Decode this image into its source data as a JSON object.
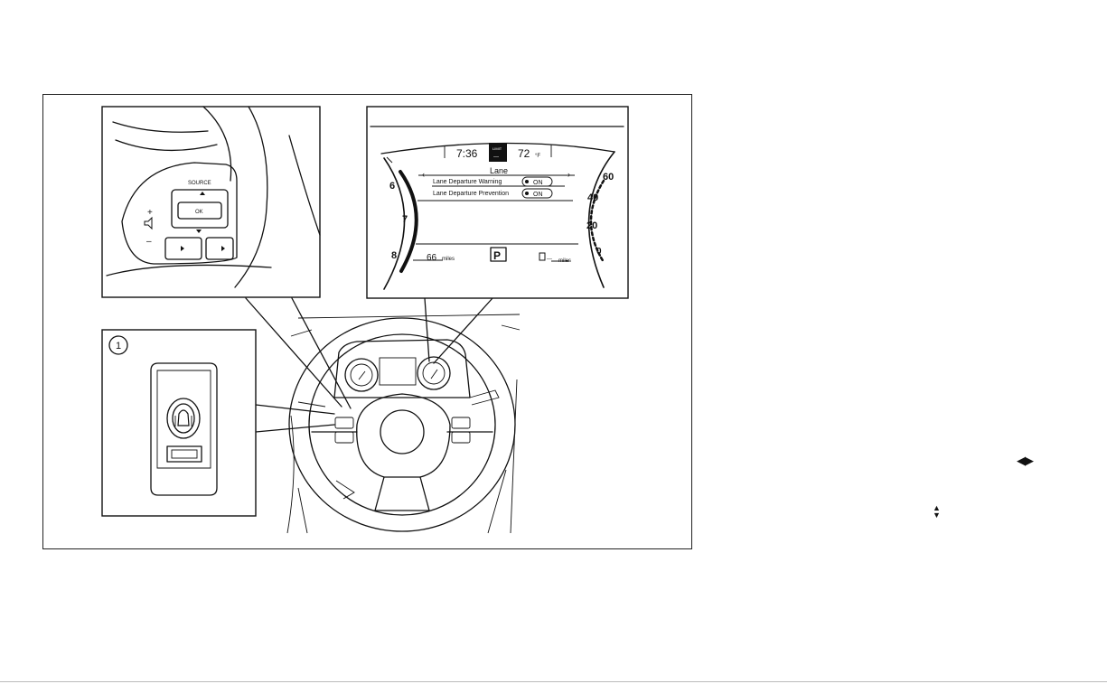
{
  "figure": {
    "steering_switch": {
      "source_label": "SOURCE",
      "ok_label": "OK",
      "volume_plus": "+",
      "volume_minus": "–"
    },
    "cluster": {
      "time": "7:36",
      "limit_label": "LIMIT",
      "limit_value": "---",
      "temperature": "72",
      "temperature_unit": "°F",
      "menu_title": "Lane",
      "menu_items": [
        {
          "label": "Lane Departure Warning",
          "state": "ON"
        },
        {
          "label": "Lane Departure Prevention",
          "state": "ON"
        }
      ],
      "tach_numbers": [
        "6",
        "7",
        "8"
      ],
      "speed_numbers": [
        "60",
        "40",
        "20",
        "0"
      ],
      "range": "66",
      "range_unit": "miles",
      "gear": "P",
      "fuel_range": "---",
      "fuel_unit": "miles"
    },
    "callout_number": "1"
  },
  "side_icons": {
    "left_right_arrows": "◀▶",
    "up_arrow": "▲",
    "down_arrow": "▼"
  }
}
